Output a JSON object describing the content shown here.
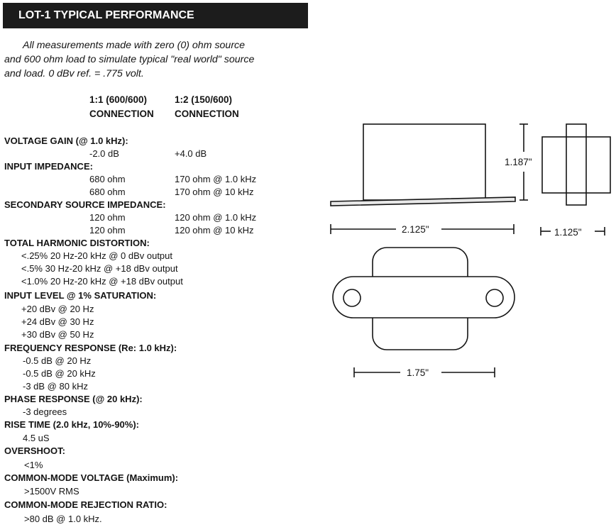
{
  "title": "LOT-1 TYPICAL PERFORMANCE",
  "intro": [
    "All measurements made with zero (0) ohm source",
    "and 600 ohm load to simulate typical \"real world\" source",
    "and load. 0 dBv ref. = .775 volt."
  ],
  "columns": {
    "col1": [
      "1:1 (600/600)",
      "CONNECTION"
    ],
    "col2": [
      "1:2 (150/600)",
      "CONNECTION"
    ]
  },
  "specs": {
    "voltage_gain": {
      "heading": "VOLTAGE GAIN (@ 1.0 kHz):",
      "c1": "-2.0 dB",
      "c2": "+4.0 dB"
    },
    "input_impedance": {
      "heading": "INPUT IMPEDANCE:",
      "rows": [
        {
          "c1": "680 ohm",
          "c2": "170 ohm @ 1.0 kHz"
        },
        {
          "c1": "680 ohm",
          "c2": "170 ohm @ 10 kHz"
        }
      ]
    },
    "secondary_source_impedance": {
      "heading": "SECONDARY SOURCE IMPEDANCE:",
      "rows": [
        {
          "c1": "120 ohm",
          "c2": "120 ohm @ 1.0 kHz"
        },
        {
          "c1": "120 ohm",
          "c2": "120 ohm @ 10 kHz"
        }
      ]
    },
    "thd": {
      "heading": "TOTAL HARMONIC DISTORTION:",
      "items": [
        "<.25% 20 Hz-20 kHz @ 0 dBv output",
        "<.5% 30 Hz-20 kHz @ +18 dBv output",
        "<1.0% 20 Hz-20 kHz @ +18 dBv output"
      ]
    },
    "input_level": {
      "heading": "INPUT LEVEL @ 1% SATURATION:",
      "items": [
        "+20 dBv @ 20 Hz",
        "+24 dBv @ 30 Hz",
        "+30 dBv @ 50 Hz"
      ]
    },
    "frequency_response": {
      "heading": "FREQUENCY RESPONSE (Re: 1.0 kHz):",
      "items": [
        "-0.5 dB  @ 20 Hz",
        "-0.5 dB @ 20 kHz",
        "-3 dB @ 80 kHz"
      ]
    },
    "phase_response": {
      "heading": "PHASE RESPONSE (@ 20 kHz):",
      "value": "-3 degrees"
    },
    "rise_time": {
      "heading": "RISE TIME (2.0 kHz, 10%-90%):",
      "value": "4.5 uS"
    },
    "overshoot": {
      "heading": "OVERSHOOT:",
      "value": "<1%"
    },
    "cm_voltage": {
      "heading": "COMMON-MODE VOLTAGE (Maximum):",
      "value": ">1500V RMS"
    },
    "cmrr": {
      "heading": "COMMON-MODE REJECTION RATIO:",
      "value": ">80 dB @ 1.0 kHz."
    }
  },
  "dimensions": {
    "height": "1.187\"",
    "width": "2.125\"",
    "depth": "1.125\"",
    "mount_width": "1.75\""
  },
  "colors": {
    "title_bg": "#1c1c1c",
    "title_text": "#ffffff",
    "ink": "#141414"
  }
}
